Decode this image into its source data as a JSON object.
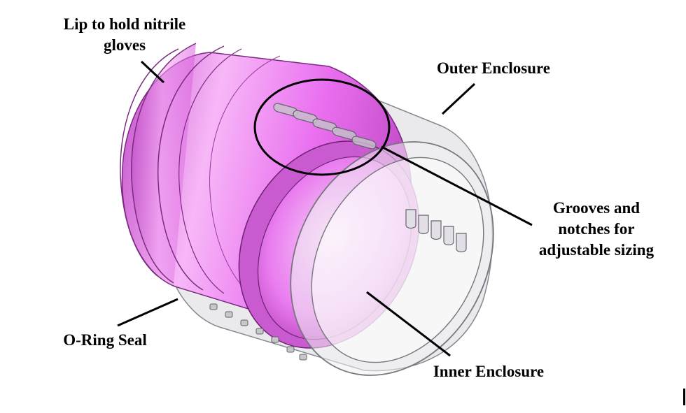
{
  "labels": {
    "lip": [
      "Lip to hold nitrile",
      "gloves"
    ],
    "outer": "Outer Enclosure",
    "grooves": [
      "Grooves and",
      "notches for",
      "adjustable sizing"
    ],
    "oring": "O-Ring Seal",
    "inner": "Inner Enclosure"
  },
  "colors": {
    "magenta": "#e868ee",
    "magenta_light": "#f6c6f6",
    "magenta_dark": "#b03cb6",
    "enclosure_gray": "#d4d2d8",
    "enclosure_stroke": "#8a8890"
  }
}
